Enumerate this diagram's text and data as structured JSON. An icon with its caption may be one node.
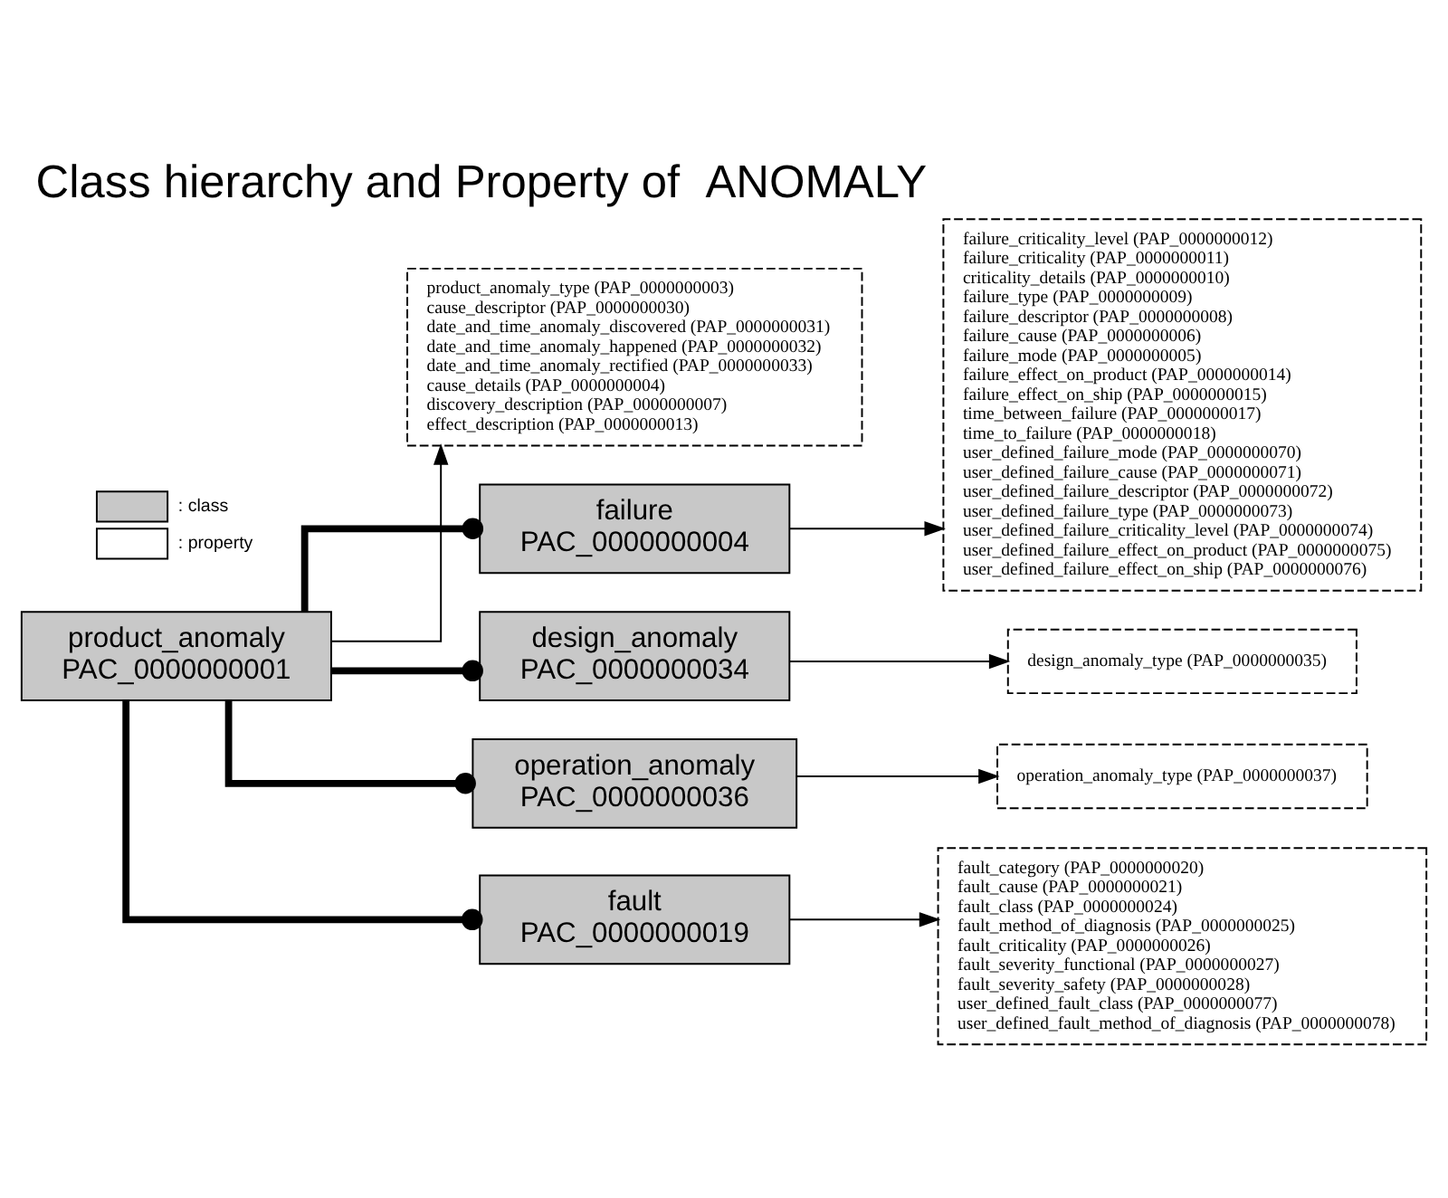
{
  "diagram": {
    "title": "Class hierarchy and Property of  ANOMALY",
    "nodes": [
      {
        "text": [
          "product_anomaly",
          "PAC_0000000001"
        ]
      },
      {
        "text": [
          "product_anomaly_type (PAP_0000000003)",
          "cause_descriptor (PAP_0000000030)",
          "date_and_time_anomaly_discovered (PAP_0000000031)",
          "date_and_time_anomaly_happened (PAP_0000000032)",
          "date_and_time_anomaly_rectified (PAP_0000000033)",
          "cause_details (PAP_0000000004)",
          "discovery_description (PAP_0000000007)",
          "effect_description (PAP_0000000013)"
        ]
      },
      {
        "text": [
          "failure",
          "PAC_0000000004"
        ]
      },
      {
        "text": [
          "failure_criticality_level (PAP_0000000012)",
          "failure_criticality (PAP_0000000011)",
          "criticality_details (PAP_0000000010)",
          "failure_type (PAP_0000000009)",
          "failure_descriptor (PAP_0000000008)",
          "failure_cause (PAP_0000000006)",
          "failure_mode (PAP_0000000005)",
          "failure_effect_on_product (PAP_0000000014)",
          "failure_effect_on_ship (PAP_0000000015)",
          "time_between_failure (PAP_0000000017)",
          "time_to_failure (PAP_0000000018)",
          "user_defined_failure_mode (PAP_0000000070)",
          "user_defined_failure_cause (PAP_0000000071)",
          "user_defined_failure_descriptor (PAP_0000000072)",
          "user_defined_failure_type (PAP_0000000073)",
          "user_defined_failure_criticality_level (PAP_0000000074)",
          "user_defined_failure_effect_on_product (PAP_0000000075)",
          "user_defined_failure_effect_on_ship (PAP_0000000076)"
        ]
      },
      {
        "text": [
          "design_anomaly",
          "PAC_0000000034"
        ]
      },
      {
        "text": [
          "design_anomaly_type (PAP_0000000035)"
        ]
      },
      {
        "text": [
          "operation_anomaly",
          "PAC_0000000036"
        ]
      },
      {
        "text": [
          "operation_anomaly_type (PAP_0000000037)"
        ]
      },
      {
        "text": [
          "fault",
          "PAC_0000000019"
        ]
      },
      {
        "text": [
          "fault_category (PAP_0000000020)",
          "fault_cause (PAP_0000000021)",
          "fault_class (PAP_0000000024)",
          "fault_method_of_diagnosis (PAP_0000000025)",
          "fault_criticality (PAP_0000000026)",
          "fault_severity_functional (PAP_0000000027)",
          "fault_severity_safety (PAP_0000000028)",
          "user_defined_fault_class (PAP_0000000077)",
          "user_defined_fault_method_of_diagnosis (PAP_0000000078)"
        ]
      }
    ],
    "edges": [
      {
        "from": 0,
        "to": 1,
        "arrow": "to"
      },
      {
        "from": 0,
        "to": 2,
        "arrow": "other",
        "style": "thick"
      },
      {
        "from": 2,
        "to": 3,
        "arrow": "to"
      },
      {
        "from": 0,
        "to": 4,
        "arrow": "other",
        "style": "thick"
      },
      {
        "from": 4,
        "to": 5,
        "arrow": "to"
      },
      {
        "from": 0,
        "to": 6,
        "arrow": "other",
        "style": "thick"
      },
      {
        "from": 6,
        "to": 7,
        "arrow": "to"
      },
      {
        "from": 0,
        "to": 8,
        "arrow": "other",
        "style": "thick"
      },
      {
        "from": 8,
        "to": 9,
        "arrow": "to"
      }
    ],
    "legend": [
      {
        "text": ": class",
        "color": "#c8c8c8"
      },
      {
        "text": ": property",
        "color": "#ffffff"
      }
    ]
  }
}
